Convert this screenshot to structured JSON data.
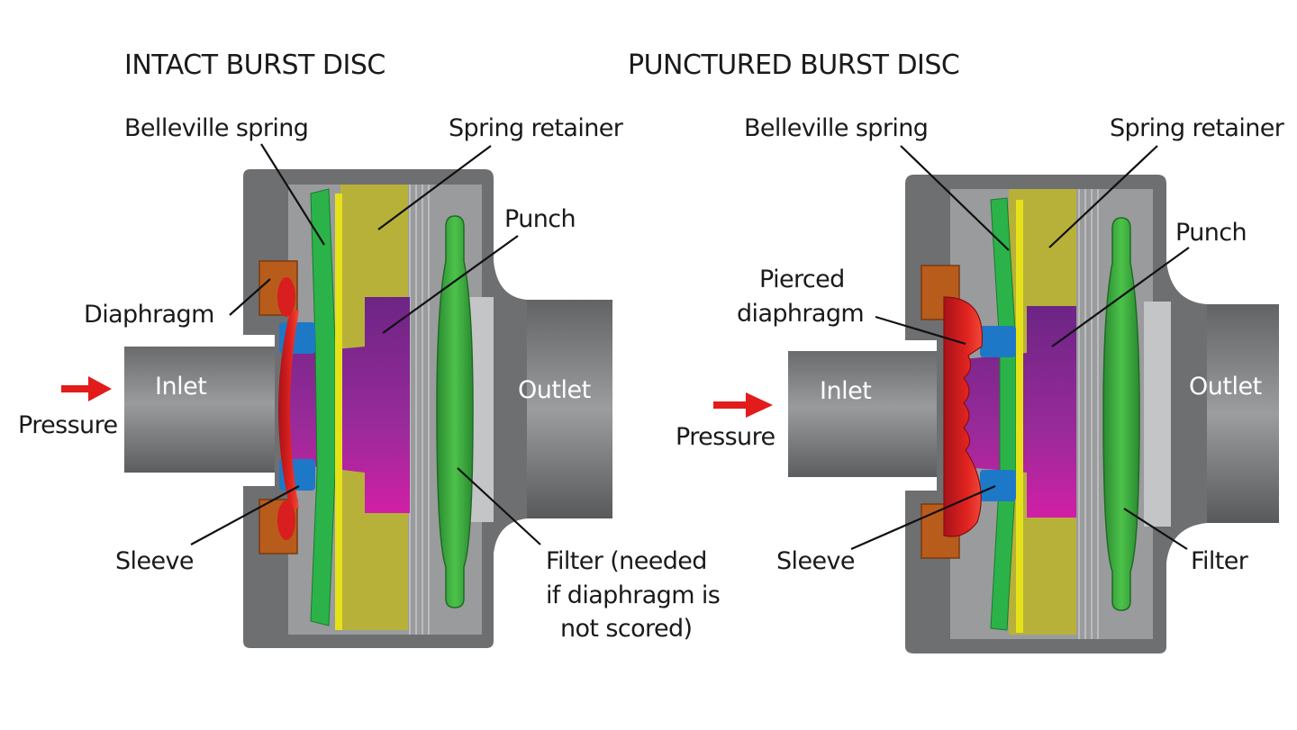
{
  "intact": {
    "title": "INTACT BURST DISC",
    "labels": {
      "belleville_spring": "Belleville spring",
      "spring_retainer": "Spring retainer",
      "punch": "Punch",
      "diaphragm": "Diaphragm",
      "inlet": "Inlet",
      "outlet": "Outlet",
      "pressure": "Pressure",
      "sleeve": "Sleeve",
      "filter_line1": "Filter (needed",
      "filter_line2": "if diaphragm is",
      "filter_line3": "not scored)"
    }
  },
  "punctured": {
    "title": "PUNCTURED BURST DISC",
    "labels": {
      "belleville_spring": "Belleville spring",
      "spring_retainer": "Spring retainer",
      "punch": "Punch",
      "pierced_line1": "Pierced",
      "pierced_line2": "diaphragm",
      "inlet": "Inlet",
      "outlet": "Outlet",
      "pressure": "Pressure",
      "sleeve": "Sleeve",
      "filter": "Filter"
    }
  },
  "colors": {
    "housing": "#6e6f71",
    "housing_dark": "#4e4f51",
    "pipe": "#8b8c8e",
    "bore": "#b8b9bb",
    "diaphragm": "#d81e1e",
    "diaphragm_holder": "#b85c1c",
    "sleeve": "#1e78c8",
    "spring": "#2bb34a",
    "spring_yellow": "#e6e21a",
    "retainer": "#b7b13a",
    "punch": "#7a2a8a",
    "punch_tip": "#c0219a",
    "filter": "#3aa53a",
    "arrow": "#e21b1b"
  }
}
